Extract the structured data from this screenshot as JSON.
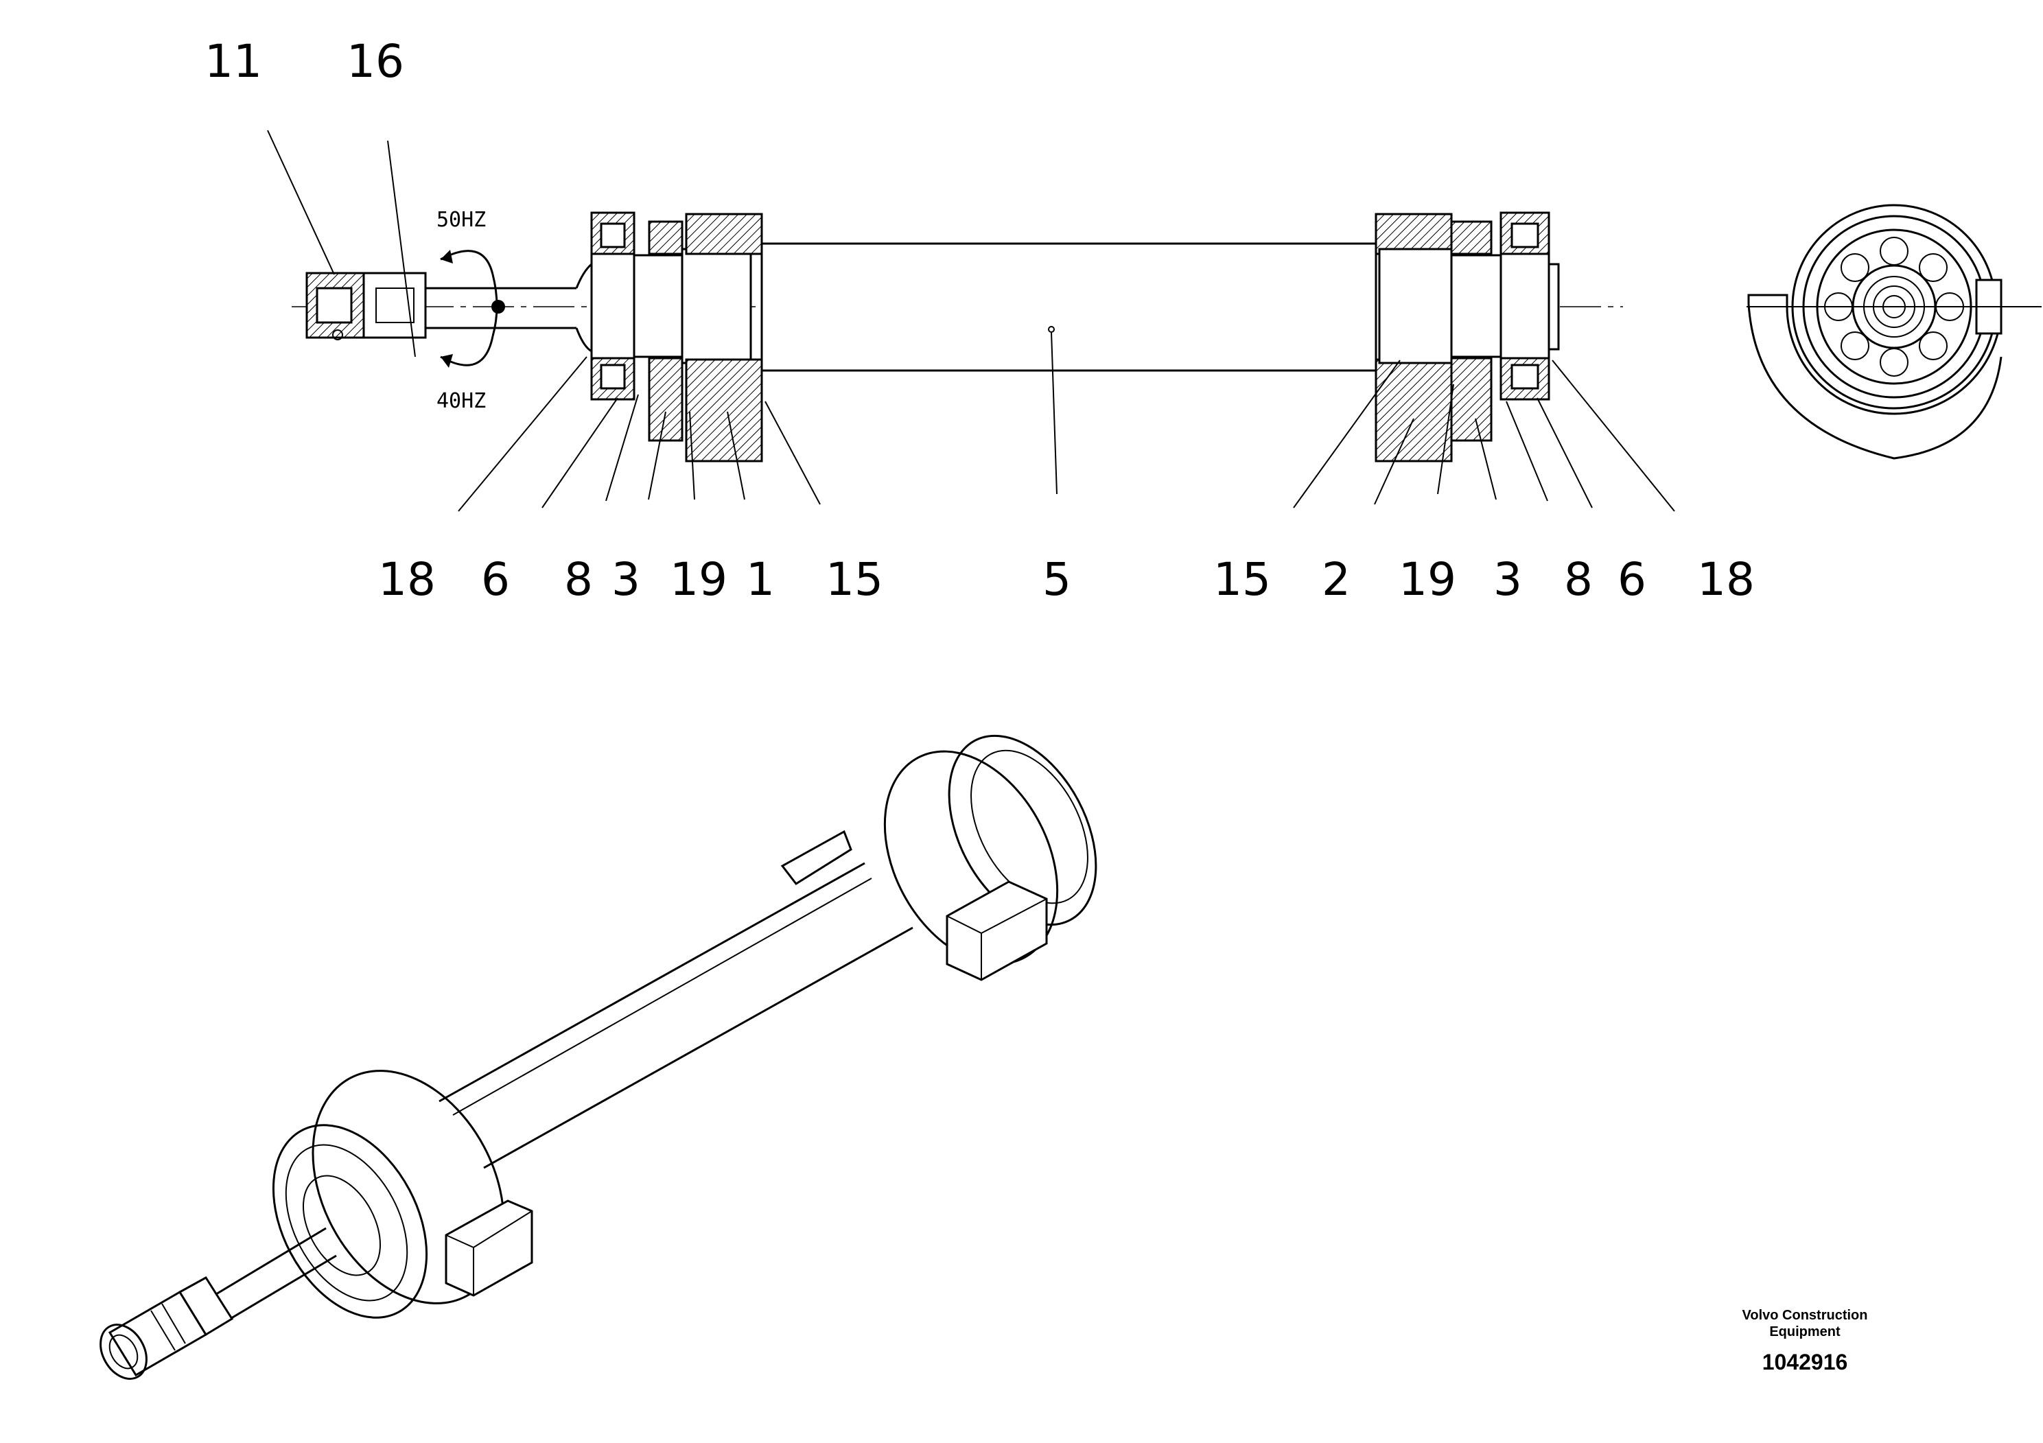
{
  "callouts_top": [
    "11",
    "16"
  ],
  "callouts_bottom": [
    "18",
    "6",
    "8",
    "3",
    "19",
    "1",
    "15",
    "5",
    "15",
    "2",
    "19",
    "3",
    "8",
    "6",
    "18"
  ],
  "frequency": {
    "upper": "50HZ",
    "lower": "40HZ"
  },
  "caption": {
    "company_line1": "Volvo Construction",
    "company_line2": "Equipment",
    "document_number": "1042916"
  }
}
